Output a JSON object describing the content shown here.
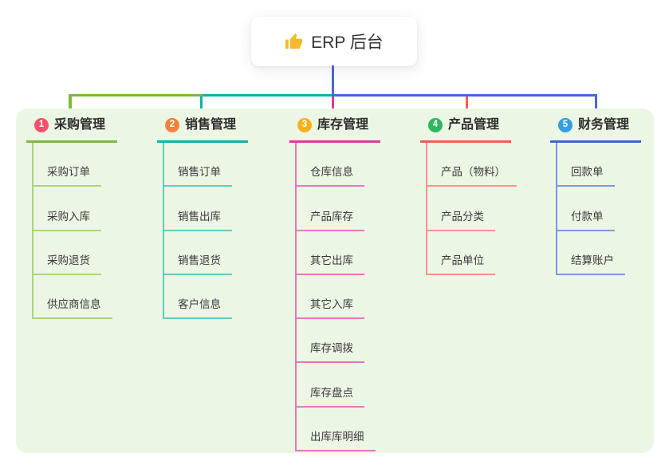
{
  "root": {
    "title": "ERP 后台",
    "icon": "thumbs-up-icon"
  },
  "colors": {
    "stem_blue": "#4a66d0",
    "canvas_bg": "#ecf6e4",
    "thumb_yellow": "#f5b82e"
  },
  "branches": [
    {
      "badge": "1",
      "title": "采购管理",
      "color": "#7cb93e",
      "light": "#a9d57d",
      "badge_color": "#f4516c",
      "children": [
        "采购订单",
        "采购入库",
        "采购退货",
        "供应商信息"
      ]
    },
    {
      "badge": "2",
      "title": "销售管理",
      "color": "#0ab4a6",
      "light": "#5fccc0",
      "badge_color": "#f5823c",
      "children": [
        "销售订单",
        "销售出库",
        "销售退货",
        "客户信息"
      ]
    },
    {
      "badge": "3",
      "title": "库存管理",
      "color": "#df3a99",
      "light": "#ea74bd",
      "badge_color": "#fbb018",
      "children": [
        "仓库信息",
        "产品库存",
        "其它出库",
        "其它入库",
        "库存调拨",
        "库存盘点",
        "出库库明细"
      ]
    },
    {
      "badge": "4",
      "title": "产品管理",
      "color": "#f95b58",
      "light": "#f9918f",
      "badge_color": "#2eb85c",
      "children": [
        "产品（物料）",
        "产品分类",
        "产品单位"
      ]
    },
    {
      "badge": "5",
      "title": "财务管理",
      "color": "#4263cc",
      "light": "#7e97da",
      "badge_color": "#339fe0",
      "children": [
        "回款单",
        "付款单",
        "结算账户"
      ]
    }
  ]
}
